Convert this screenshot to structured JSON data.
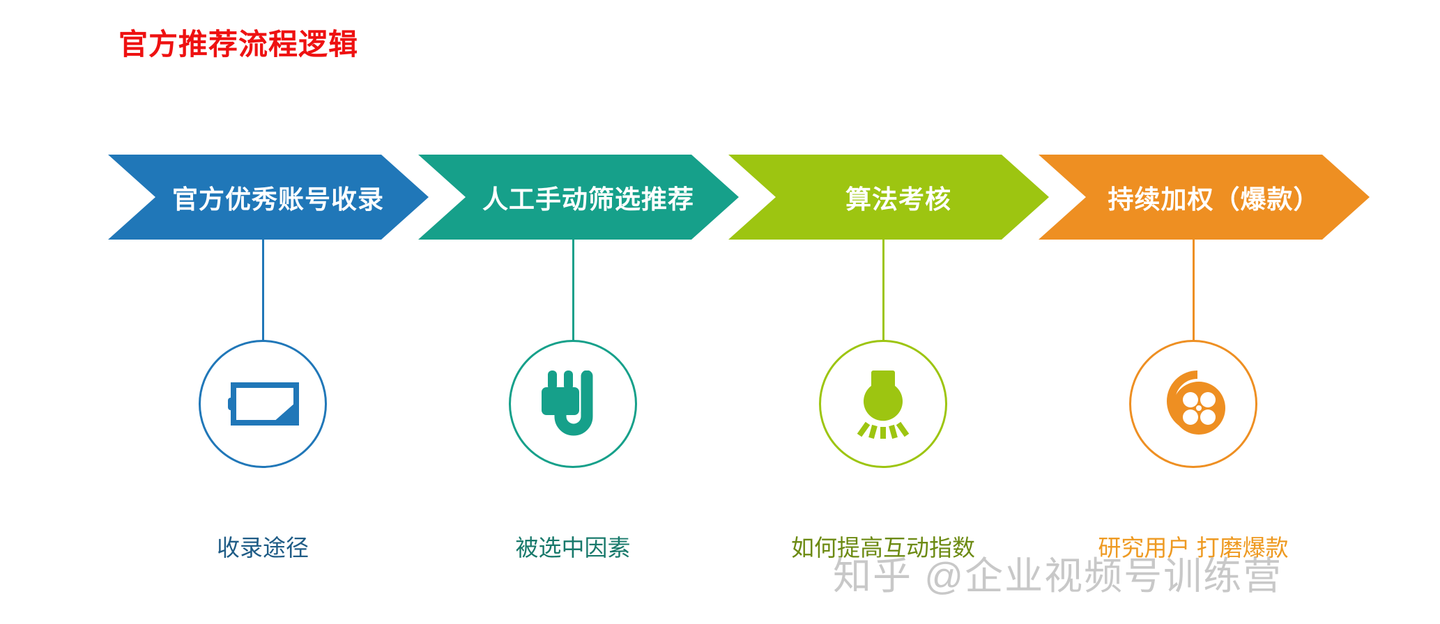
{
  "title": "官方推荐流程逻辑",
  "theme": {
    "title_color": "#EE1111",
    "blue": "#2077B8",
    "teal": "#16A08A",
    "green": "#9DC511",
    "orange": "#EE8F22",
    "background": "#FFFFFF",
    "watermark_color": "#BFBFBF"
  },
  "steps": [
    {
      "index": "1",
      "chevron_label": "官方优秀账号收录",
      "caption": "收录途径",
      "icon": "battery-icon",
      "color": "#2077B8",
      "caption_color": "#1F5C86"
    },
    {
      "index": "2",
      "chevron_label": "人工手动筛选推荐",
      "caption": "被选中因素",
      "icon": "power-plug-icon",
      "color": "#16A08A",
      "caption_color": "#18796B"
    },
    {
      "index": "3",
      "chevron_label": "算法考核",
      "caption": "如何提高互动指数",
      "icon": "light-bulb-icon",
      "color": "#9DC511",
      "caption_color": "#6C8A12"
    },
    {
      "index": "4",
      "chevron_label": "持续加权（爆款）",
      "caption": "研究用户 打磨爆款",
      "icon": "film-reel-icon",
      "color": "#EE8F22",
      "caption_color": "#EE9A22"
    }
  ],
  "watermark": "知乎 @企业视频号训练营"
}
